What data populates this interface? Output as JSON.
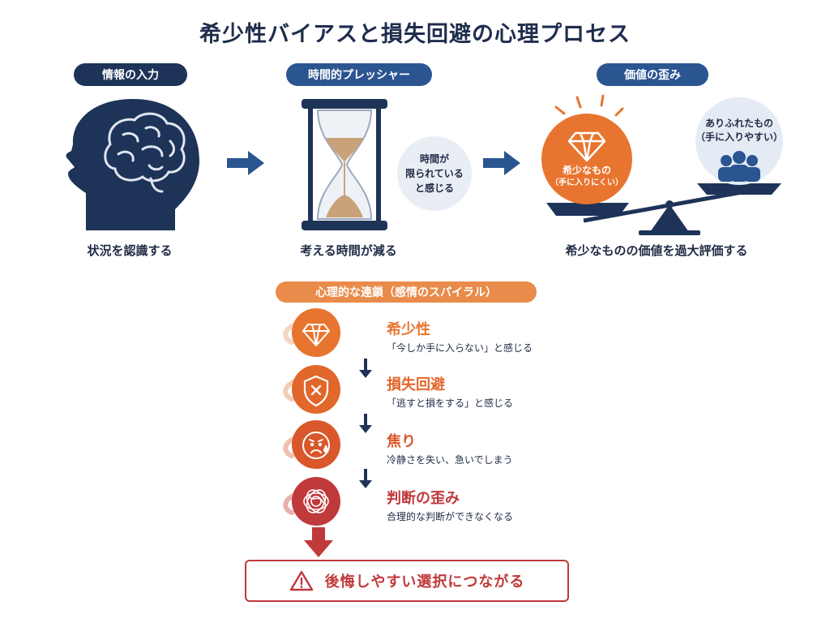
{
  "title": "希少性バイアスと損失回避の心理プロセス",
  "stages": [
    {
      "label": "情報の入力",
      "caption": "状況を認識する"
    },
    {
      "label": "時間的プレッシャー",
      "caption": "考える時間が減る",
      "bubble": [
        "時間が",
        "限られている",
        "と感じる"
      ]
    },
    {
      "label": "価値の歪み",
      "caption": "希少なものの価値を過大評価する",
      "rare_item": [
        "希少なもの",
        "（手に入りにくい）"
      ],
      "common_item": [
        "ありふれたもの",
        "（手に入りやすい）"
      ]
    }
  ],
  "chain": {
    "header": "心理的な連鎖（感情のスパイラル）",
    "steps": [
      {
        "title": "希少性",
        "desc": "「今しか手に入らない」と感じる",
        "icon": "diamond-icon",
        "color": "#e8752f"
      },
      {
        "title": "損失回避",
        "desc": "「逃すと損をする」と感じる",
        "icon": "shield-x-icon",
        "color": "#e2672b"
      },
      {
        "title": "焦り",
        "desc": "冷静さを失い、急いでしまう",
        "icon": "anxious-face-icon",
        "color": "#d9572a"
      },
      {
        "title": "判断の歪み",
        "desc": "合理的な判断ができなくなる",
        "icon": "tangled-thoughts-icon",
        "color": "#c0393b"
      }
    ]
  },
  "result": "後悔しやすい選択につながる",
  "colors": {
    "navy": "#1e3358",
    "blue": "#2b5591",
    "orange": "#e8752f",
    "red": "#c0393b"
  }
}
